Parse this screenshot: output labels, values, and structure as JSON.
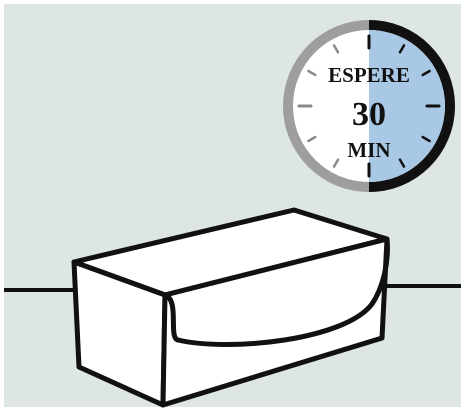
{
  "timer": {
    "top_text": "ESPERE",
    "number": "30",
    "bottom_text": "MIN",
    "elapsed_fraction": 0.5
  },
  "colors": {
    "background": "#dde5e5",
    "panel_border": "#ffffff",
    "outline": "#111111",
    "box_fill": "#ffffff",
    "dial_face": "#ffffff",
    "dial_elapsed_fill": "#a9c8e5",
    "dial_ring_gray": "#9e9e9e",
    "dial_ring_dark": "#111111",
    "tick_color": "#8a8a8a"
  },
  "icons": {
    "timer": "stopwatch-dial-icon",
    "object": "resting-dough-block"
  }
}
